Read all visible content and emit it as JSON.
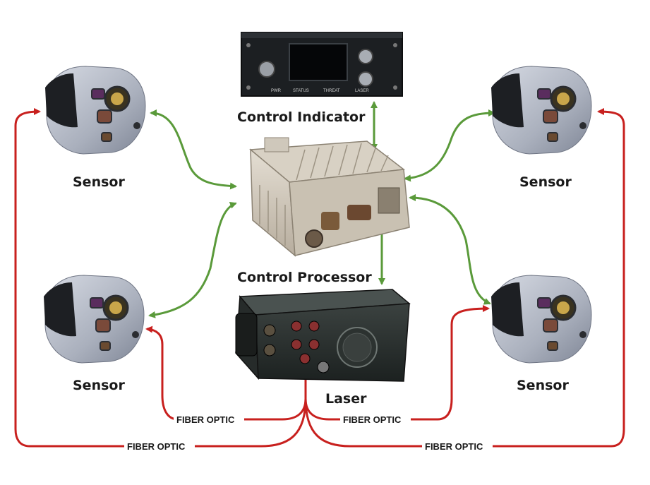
{
  "labels": {
    "control_indicator": "Control Indicator",
    "control_processor": "Control Processor",
    "laser": "Laser",
    "sensor": "Sensor",
    "fiber_optic": "FIBER OPTIC"
  },
  "panel_labels": {
    "pwr": "PWR",
    "status": "STATUS",
    "threat": "THREAT",
    "laser": "LASER"
  },
  "colors": {
    "green_link": "#5a9a3a",
    "red_fiber": "#c8201e",
    "device_dark": "#1c1f22",
    "sensor_body": "#b9bec9"
  }
}
